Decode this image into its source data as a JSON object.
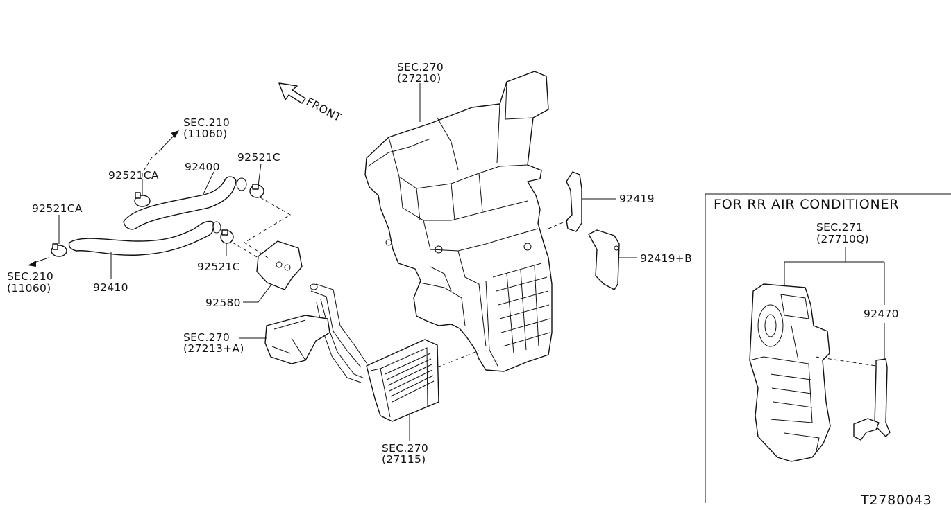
{
  "diagram_id": "T2780043",
  "front_label": "FRONT",
  "rr_box_title": "FOR RR AIR CONDITIONER",
  "labels": {
    "sec270_top_1": "SEC.270",
    "sec270_top_2": "(27210)",
    "sec210_top_1": "SEC.210",
    "sec210_top_2": "(11060)",
    "p92521CA_top": "92521CA",
    "p92400": "92400",
    "p92521C_top": "92521C",
    "p92521CA_left": "92521CA",
    "sec210_left_1": "SEC.210",
    "sec210_left_2": "(11060)",
    "p92410": "92410",
    "p92521C_mid": "92521C",
    "p92580": "92580",
    "sec270_mid_1": "SEC.270",
    "sec270_mid_2": "(27213+A)",
    "sec270_bot_1": "SEC.270",
    "sec270_bot_2": "(27115)",
    "p92419": "92419",
    "p92419B": "92419+B",
    "sec271_1": "SEC.271",
    "sec271_2": "(27710Q)",
    "p92470": "92470"
  }
}
